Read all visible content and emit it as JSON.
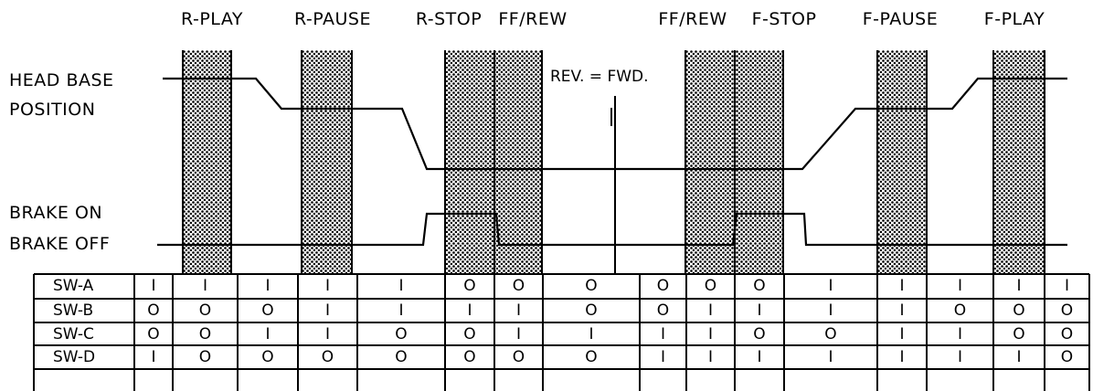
{
  "modes": [
    "R-PLAY",
    "R-PAUSE",
    "R-STOP",
    "FF/REW",
    "FF/REW",
    "F-STOP",
    "F-PAUSE",
    "F-PLAY"
  ],
  "signals": {
    "head_base": [
      "HEAD BASE",
      "POSITION"
    ],
    "brake": [
      "BRAKE ON",
      "BRAKE OFF"
    ]
  },
  "direction_label": "REV. = FWD.",
  "switch_table": {
    "rows": [
      {
        "name": "SW-A",
        "values": [
          "I",
          "I",
          "I",
          "I",
          "I",
          "O",
          "O",
          "O",
          "O",
          "O",
          "O",
          "I",
          "I",
          "I",
          "I",
          "I"
        ]
      },
      {
        "name": "SW-B",
        "values": [
          "O",
          "O",
          "O",
          "I",
          "I",
          "I",
          "I",
          "O",
          "O",
          "I",
          "I",
          "I",
          "I",
          "O",
          "O",
          "O"
        ]
      },
      {
        "name": "SW-C",
        "values": [
          "O",
          "O",
          "I",
          "I",
          "O",
          "O",
          "I",
          "I",
          "I",
          "I",
          "O",
          "O",
          "I",
          "I",
          "O",
          "O"
        ]
      },
      {
        "name": "SW-D",
        "values": [
          "I",
          "O",
          "O",
          "O",
          "O",
          "O",
          "O",
          "O",
          "I",
          "I",
          "I",
          "I",
          "I",
          "I",
          "I",
          "O"
        ]
      }
    ]
  },
  "colors": {
    "ink": "#000000",
    "background": "#ffffff"
  }
}
